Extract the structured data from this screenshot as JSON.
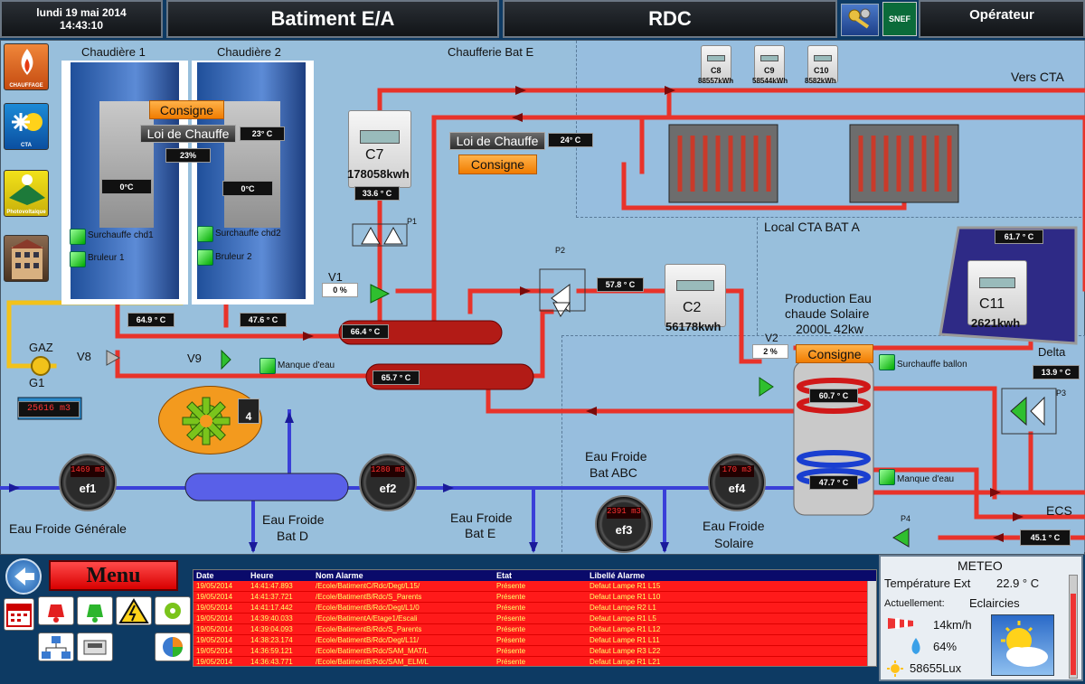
{
  "header": {
    "date": "lundi 19 mai 2014",
    "time": "14:43:10",
    "building": "Batiment E/A",
    "floor": "RDC",
    "company": "SNEF",
    "user": "Opérateur"
  },
  "nav": [
    {
      "label": "CHAUFFAGE",
      "icon": "flame-icon"
    },
    {
      "label": "CTA",
      "icon": "snow-sun-icon"
    },
    {
      "label": "Photovoltaique",
      "icon": "solar-panel-icon"
    },
    {
      "label": "",
      "icon": "building-icon"
    }
  ],
  "boilers": {
    "title1": "Chaudière 1",
    "title2": "Chaudière 2",
    "consigne": "Consigne",
    "loi": "Loi de Chauffe",
    "loi_value": "23° C",
    "percent": "23%",
    "temp1": "0°C",
    "temp2": "0°C",
    "alarm1a": "Surchauffe chd1",
    "alarm1b": "Bruleur 1",
    "alarm2a": "Surchauffe chd2",
    "alarm2b": "Bruleur 2",
    "ret1": "64.9 ° C",
    "ret2": "47.6 ° C"
  },
  "plant": {
    "chaufferie": "Chaufferie Bat E",
    "vers_cta": "Vers CTA",
    "local_cta": "Local CTA BAT A",
    "loi": "Loi de Chauffe",
    "loi_value": "24° C",
    "consigne": "Consigne",
    "c7_label": "C7",
    "c7_value": "178058kwh",
    "c7_temp": "33.6 ° C",
    "p1": "P1",
    "p2": "P2",
    "p3": "P3",
    "p4": "P4",
    "v1": "V1",
    "v1_value": "0 %",
    "v2": "V2",
    "v2_value": "2 %",
    "v8": "V8",
    "v9": "V9",
    "coll1": "66.4 ° C",
    "coll2": "65.7 ° C",
    "p2_temp": "57.8 ° C",
    "c2_label": "C2",
    "c2_value": "56178kwh",
    "manque1": "Manque d'eau",
    "manque2": "Manque d'eau",
    "gaz": "GAZ",
    "g1": "G1",
    "g1_value": "25616 m3",
    "mode_value": "4",
    "c8": "C8",
    "c8_value": "88557kWh",
    "c9": "C9",
    "c9_value": "58544kWh",
    "c10": "C10",
    "c10_value": "8582kWh"
  },
  "solar": {
    "title": "Production Eau chaude Solaire 2000L 42kw",
    "title_l1": "Production Eau",
    "title_l2": "chaude Solaire",
    "title_l3": "2000L 42kw",
    "consigne": "Consigne",
    "surchauffe": "Surchauffe ballon",
    "top_temp": "60.7 ° C",
    "bot_temp": "47.7 ° C",
    "panel_temp": "61.7 ° C",
    "c11_label": "C11",
    "c11_value": "2621kwh",
    "delta": "Delta",
    "delta_temp": "13.9 ° C",
    "ecs": "ECS",
    "ecs_temp": "45.1 ° C"
  },
  "water": {
    "general": "Eau Froide Générale",
    "batd_l1": "Eau Froide",
    "batd_l2": "Bat D",
    "bate_l1": "Eau Froide",
    "bate_l2": "Bat E",
    "batabc_l1": "Eau Froide",
    "batabc_l2": "Bat ABC",
    "solaire_l1": "Eau Froide",
    "solaire_l2": "Solaire",
    "ef1": "ef1",
    "ef2": "ef2",
    "ef3": "ef3",
    "ef4": "ef4",
    "ef1_v": "1469 m3",
    "ef2_v": "1280 m3",
    "ef3_v": "2391 m3",
    "ef4_v": "170 m3"
  },
  "menu": {
    "label": "Menu"
  },
  "alarms": {
    "headers": [
      "Date",
      "Heure",
      "Nom Alarme",
      "Etat",
      "Libellé Alarme"
    ],
    "rows": [
      [
        "19/05/2014",
        "14:41:47.893",
        "/Ecole/BatimentC/Rdc/Degt/L15/",
        "Présente",
        "Defaut Lampe R1 L15"
      ],
      [
        "19/05/2014",
        "14:41:37.721",
        "/Ecole/BatimentB/Rdc/S_Parents",
        "Présente",
        "Defaut Lampe R1 L10"
      ],
      [
        "19/05/2014",
        "14:41:17.442",
        "/Ecole/BatimentB/Rdc/Degt/L1/0",
        "Présente",
        "Defaut Lampe R2 L1"
      ],
      [
        "19/05/2014",
        "14:39:40.033",
        "/Ecole/BatimentA/Etage1/Escali",
        "Présente",
        "Defaut Lampe R1 L5"
      ],
      [
        "19/05/2014",
        "14:39:04.093",
        "/Ecole/BatimentB/Rdc/S_Parents",
        "Présente",
        "Defaut Lampe R1 L12"
      ],
      [
        "19/05/2014",
        "14:38:23.174",
        "/Ecole/BatimentB/Rdc/Degt/L11/",
        "Présente",
        "Defaut Lampe R1 L11"
      ],
      [
        "19/05/2014",
        "14:36:59.121",
        "/Ecole/BatimentB/Rdc/SAM_MAT/L",
        "Présente",
        "Defaut Lampe R3 L22"
      ],
      [
        "19/05/2014",
        "14:36:43.771",
        "/Ecole/BatimentB/Rdc/SAM_ELM/L",
        "Présente",
        "Defaut Lampe R1 L21"
      ]
    ]
  },
  "meteo": {
    "title": "METEO",
    "temp_label": "Température Ext",
    "temp_value": "22.9 ° C",
    "current_label": "Actuellement:",
    "current_value": "Eclaircies",
    "wind": "14km/h",
    "humidity": "64%",
    "lux": "58655Lux"
  },
  "colors": {
    "hot_pipe": "#e8332a",
    "cold_pipe": "#3a3fd8",
    "gas_pipe": "#f2c21a",
    "alarm_red": "#ff1a1a"
  }
}
